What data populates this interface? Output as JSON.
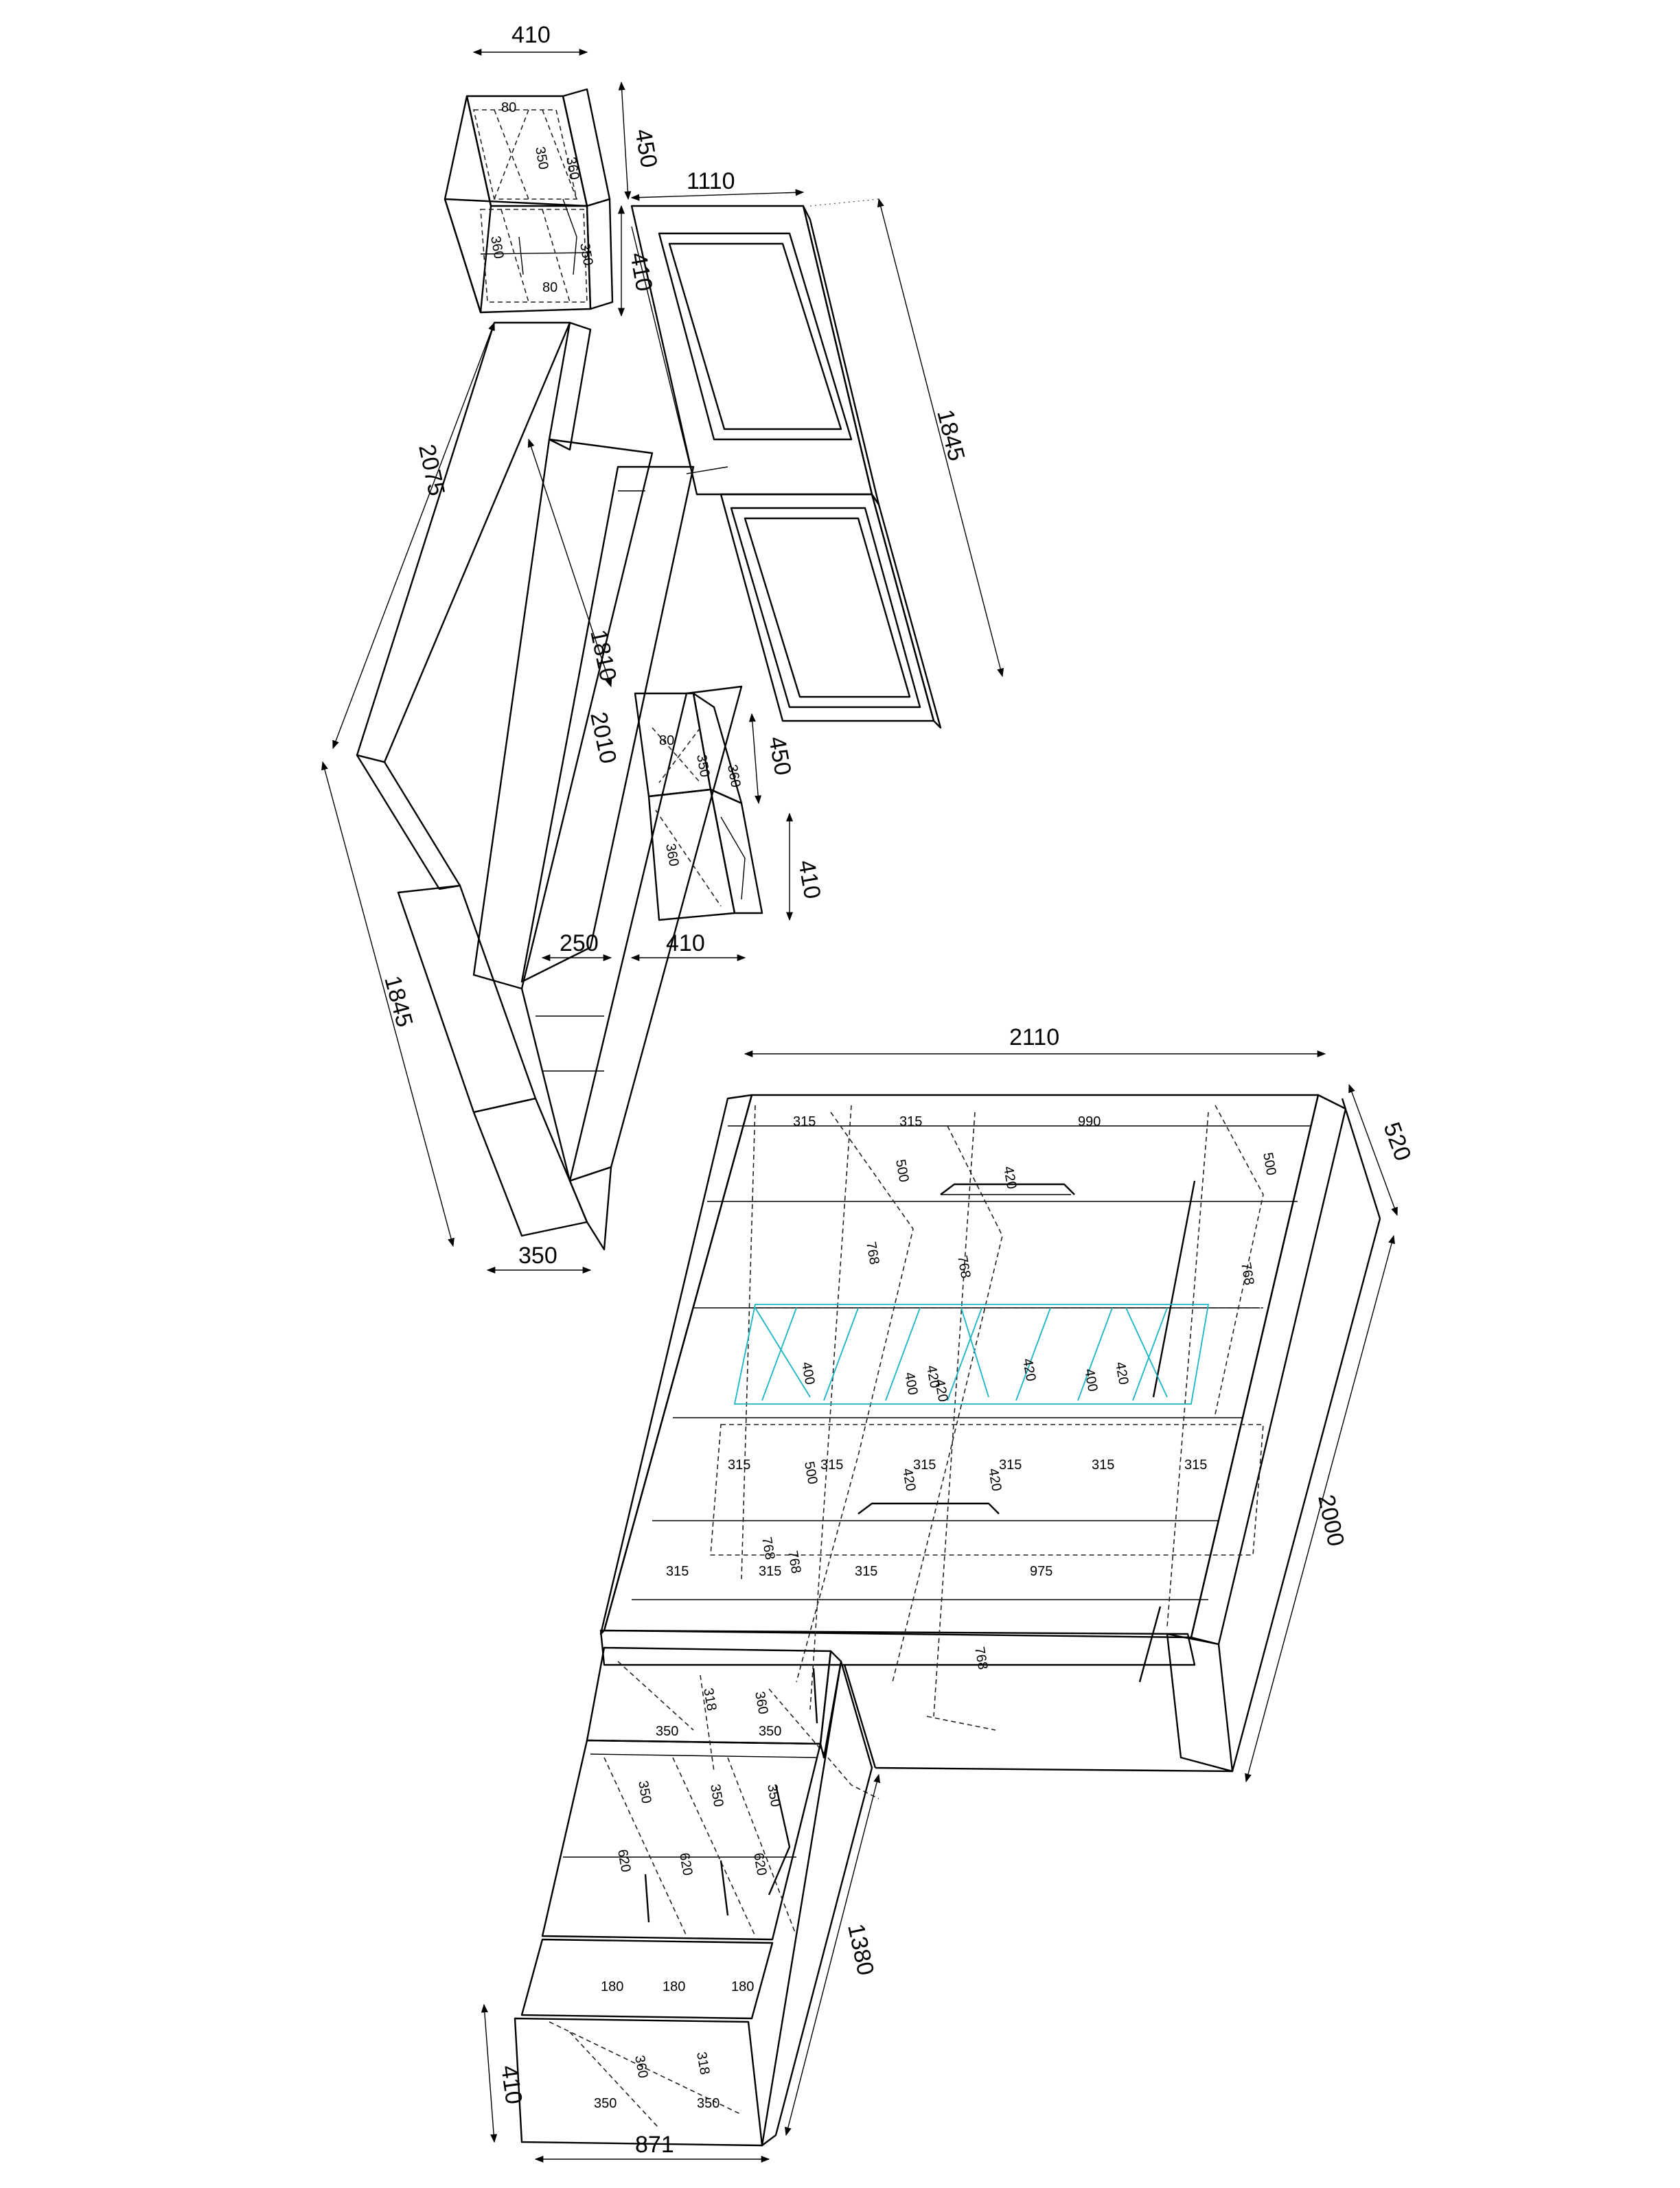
{
  "upper_unit": {
    "dimensions": {
      "top_width": "410",
      "top_depth": "450",
      "hutch_width": "1110",
      "hutch_height_small": "410",
      "hutch_height": "1845",
      "long_length": "2075",
      "desk_length": "1810",
      "desk_length_2": "2010",
      "side_length": "1845",
      "shelf_width": "250",
      "cabinet_width": "410",
      "right_depth": "450",
      "right_height": "410",
      "base_width": "350"
    },
    "small_labels": {
      "drawer_top": "80",
      "drawer_350a": "350",
      "drawer_360a": "360",
      "drawer_360b": "360",
      "drawer_350b": "350",
      "drawer_bottom": "80",
      "mid_80": "80",
      "mid_350": "350",
      "mid_360a": "360",
      "mid_360b": "360"
    }
  },
  "lower_unit": {
    "dimensions": {
      "total_width": "2110",
      "depth": "520",
      "height": "2000",
      "side_length": "1380",
      "side_depth": "410",
      "side_width": "871"
    },
    "row1": [
      "315",
      "315",
      "990"
    ],
    "row1_heights": [
      "500",
      "420",
      "500"
    ],
    "col_heights": [
      "768",
      "768",
      "768"
    ],
    "glass_labels": [
      "400",
      "420",
      "400",
      "420",
      "420",
      "400",
      "420"
    ],
    "row3": [
      "315",
      "315",
      "315",
      "315",
      "315",
      "315"
    ],
    "row3_heights": [
      "500",
      "420",
      "420"
    ],
    "row4": [
      "315",
      "315",
      "315",
      "975"
    ],
    "row4_heights": [
      "768",
      "768",
      "768"
    ],
    "side_labels": {
      "s318": "318",
      "s360": "360",
      "s350a": "350",
      "s350b": "350",
      "s350c": "350",
      "s350d": "350",
      "s350e": "350",
      "s620a": "620",
      "s620b": "620",
      "s620c": "620",
      "s180a": "180",
      "s180b": "180",
      "s180c": "180",
      "b350a": "350",
      "b360": "360",
      "b318": "318",
      "b350b": "350"
    }
  }
}
